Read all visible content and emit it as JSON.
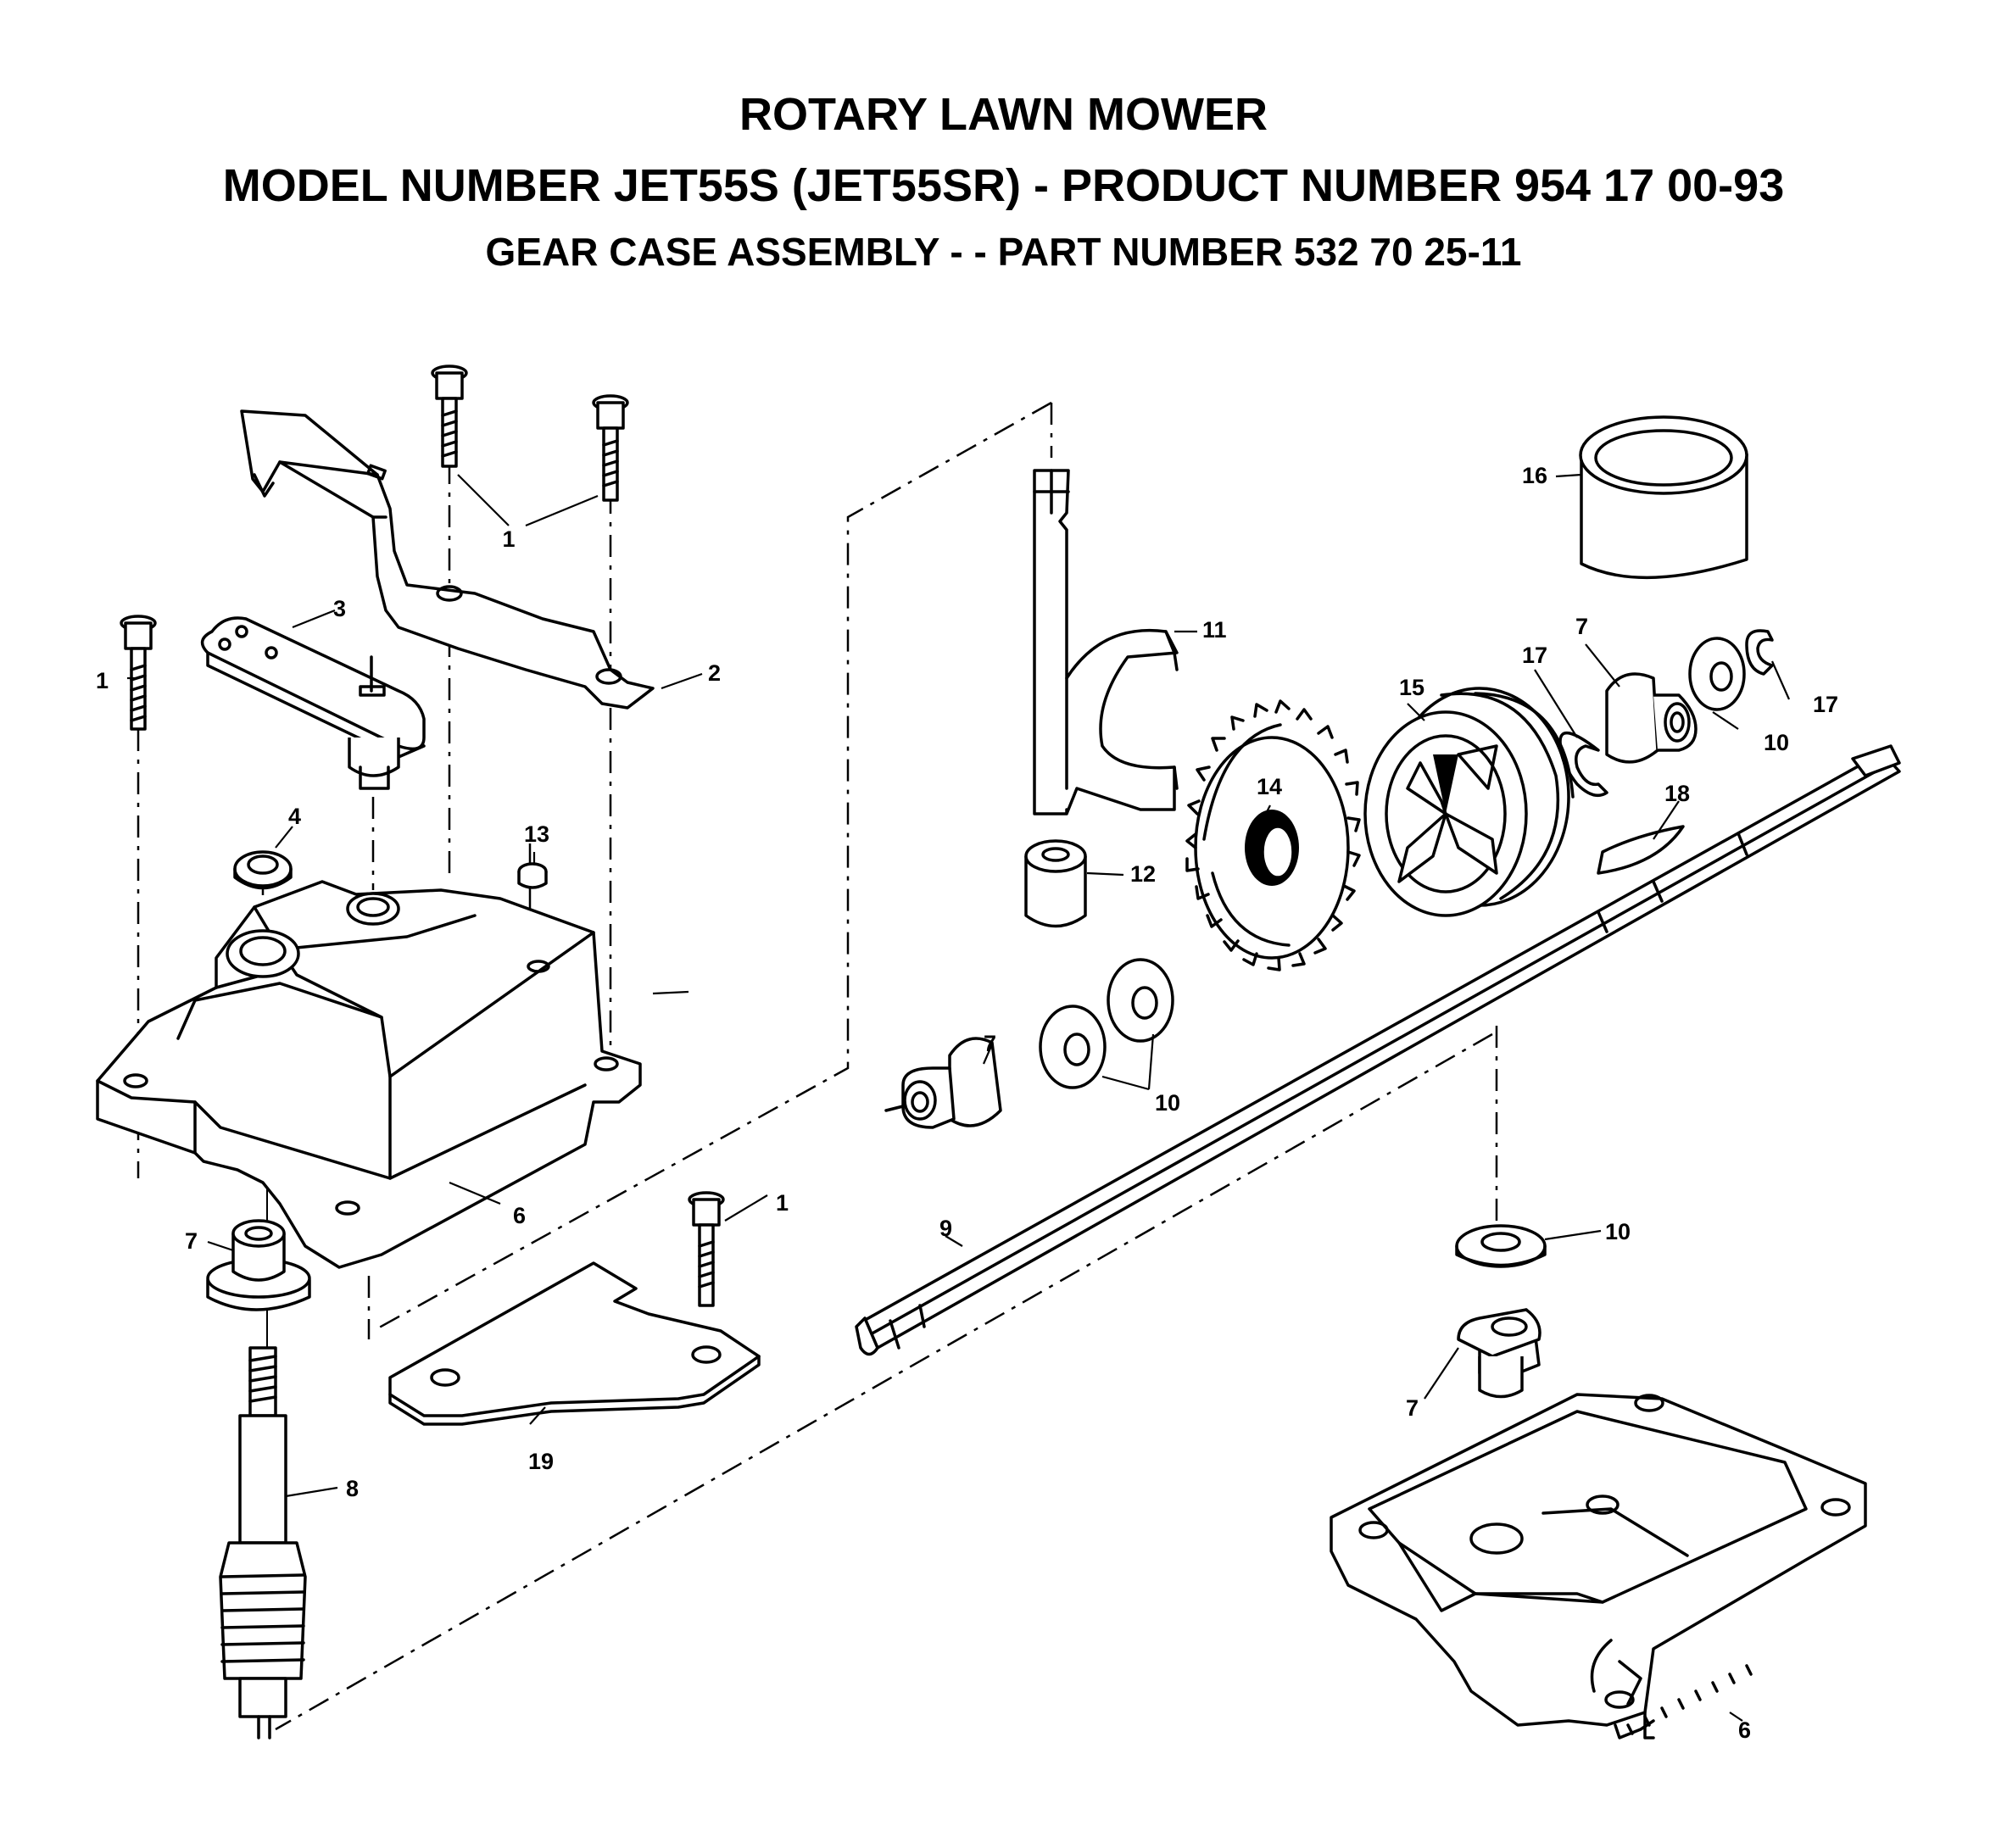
{
  "header": {
    "title": "ROTARY LAWN MOWER",
    "model_line": "MODEL NUMBER JET55S (JET55SR) - PRODUCT NUMBER 954 17 00-93",
    "assembly_line": "GEAR CASE ASSEMBLY - - PART NUMBER 532 70 25-11"
  },
  "callouts": {
    "c1_top": "1",
    "c1_left": "1",
    "c1_bottom": "1",
    "c2": "2",
    "c3": "3",
    "c4": "4",
    "c6_upper": "6",
    "c6_lower": "6",
    "c7_left": "7",
    "c7_mid": "7",
    "c7_right": "7",
    "c7_top": "7",
    "c8": "8",
    "c9": "9",
    "c10_mid": "10",
    "c10_top": "10",
    "c10_lower": "10",
    "c11": "11",
    "c12": "12",
    "c13": "13",
    "c14": "14",
    "c15": "15",
    "c16": "16",
    "c17_left": "17",
    "c17_right": "17",
    "c18": "18",
    "c19": "19"
  }
}
